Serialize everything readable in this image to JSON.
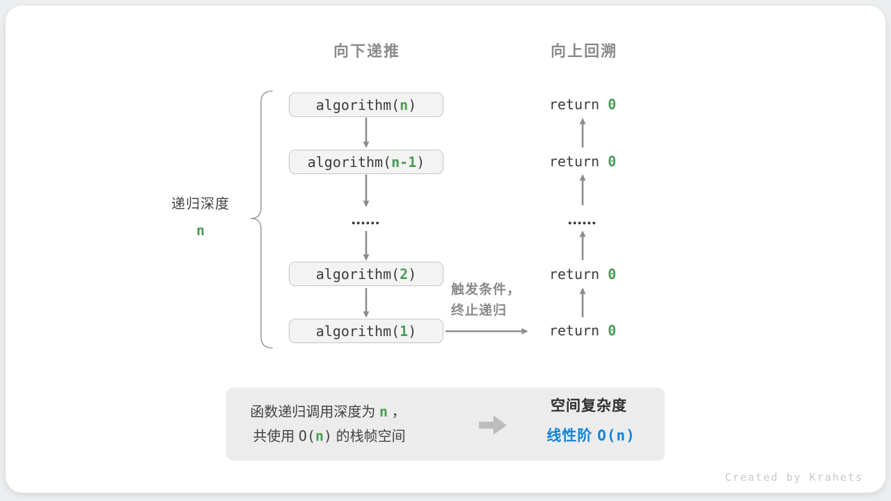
{
  "headers": {
    "downward": "向下递推",
    "upward": "向上回溯"
  },
  "depth": {
    "label": "递归深度",
    "value": "n"
  },
  "recursion": {
    "boxes": [
      {
        "pre": "algorithm(",
        "arg": "n",
        "post": ")"
      },
      {
        "pre": "algorithm(",
        "arg": "n-1",
        "post": ")"
      },
      {
        "pre": "algorithm(",
        "arg": "2",
        "post": ")"
      },
      {
        "pre": "algorithm(",
        "arg": "1",
        "post": ")"
      }
    ],
    "ellipsis": "••••••"
  },
  "returns": {
    "items": [
      {
        "pre": "return ",
        "value": "0"
      },
      {
        "pre": "return ",
        "value": "0"
      },
      {
        "pre": "return ",
        "value": "0"
      },
      {
        "pre": "return ",
        "value": "0"
      }
    ],
    "ellipsis": "••••••"
  },
  "base_case": {
    "line1": "触发条件，",
    "line2": "终止递归"
  },
  "summary": {
    "line1": {
      "pre": "函数递归调用深度为 ",
      "n": "n",
      "post": " ，"
    },
    "line2": {
      "pre": "共使用 ",
      "code_pre": "O(",
      "n": "n",
      "code_post": ")",
      "post": " 的栈帧空间"
    },
    "result_title": "空间复杂度",
    "result": {
      "pre": "线性阶 ",
      "code_pre": "O(",
      "n": "n",
      "code_post": ")"
    }
  },
  "watermark": "Created by Krahets",
  "colors": {
    "green": "#499c54",
    "blue": "#1184d6",
    "arrow_gray": "#8c8c8c",
    "box_bg": "#f3f3f3",
    "box_border": "#c8c8c8"
  }
}
